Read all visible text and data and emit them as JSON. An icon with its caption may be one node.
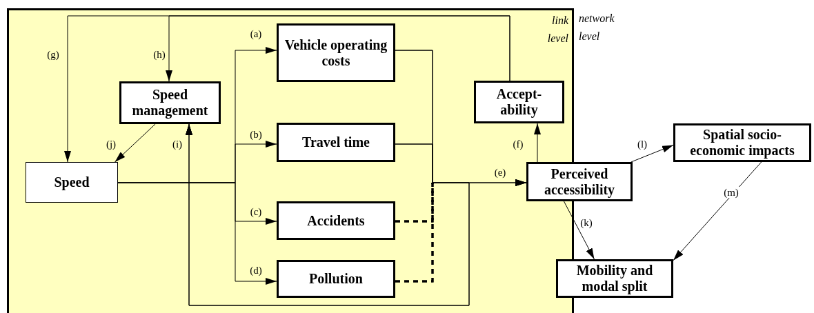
{
  "diagram": {
    "nodes": [
      {
        "text": [
          "link level"
        ]
      },
      {
        "text": [
          "Speed management"
        ],
        "in": 0
      },
      {
        "text": [
          "Vehicle operating costs"
        ],
        "in": 0
      },
      {
        "text": [
          "Accept- ability"
        ],
        "in": 0
      },
      {
        "text": [
          "Speed"
        ],
        "in": 0
      },
      {
        "text": [
          "Travel time"
        ],
        "in": 0
      },
      {
        "text": [
          "Accidents"
        ],
        "in": 0
      },
      {
        "text": [
          "Pollution"
        ],
        "in": 0
      },
      {
        "text": [
          "Perceived accessibility"
        ]
      },
      {
        "text": [
          "Spatial socio- economic impacts"
        ]
      },
      {
        "text": [
          "Mobility and modal split"
        ]
      }
    ],
    "edges": [
      {
        "from": 4,
        "to": 2,
        "arrow": "to",
        "label": "(a)"
      },
      {
        "from": 4,
        "to": 5,
        "arrow": "to",
        "label": "(b)"
      },
      {
        "from": 4,
        "to": 6,
        "arrow": "to",
        "label": "(c)"
      },
      {
        "from": 4,
        "to": 7,
        "arrow": "to",
        "label": "(d)"
      },
      {
        "from": 2,
        "to": 8,
        "arrow": "to",
        "label": "(e)"
      },
      {
        "from": 5,
        "to": 8,
        "arrow": "to"
      },
      {
        "from": 6,
        "to": 8,
        "arrow": "to",
        "style": "dashed"
      },
      {
        "from": 7,
        "to": 8,
        "arrow": "to",
        "style": "dashed"
      },
      {
        "from": 2,
        "to": 1,
        "arrow": "to",
        "label": "(i)"
      },
      {
        "from": 5,
        "to": 1,
        "arrow": "to"
      },
      {
        "from": 6,
        "to": 1,
        "arrow": "to",
        "style": "dashed"
      },
      {
        "from": 7,
        "to": 1,
        "arrow": "to",
        "style": "dashed"
      },
      {
        "from": 8,
        "to": 3,
        "arrow": "to",
        "label": "(f)"
      },
      {
        "from": 3,
        "to": 4,
        "arrow": "to",
        "label": "(g)"
      },
      {
        "from": 3,
        "to": 1,
        "arrow": "to",
        "label": "(h)"
      },
      {
        "from": 1,
        "to": 4,
        "arrow": "to",
        "label": "(j)"
      },
      {
        "from": 8,
        "to": 9,
        "arrow": "to",
        "label": "(l)"
      },
      {
        "from": 8,
        "to": 10,
        "arrow": "to",
        "label": "(k)"
      },
      {
        "from": 9,
        "to": 10,
        "arrow": "to",
        "label": "(m)"
      }
    ],
    "labels": [
      "network level"
    ]
  }
}
